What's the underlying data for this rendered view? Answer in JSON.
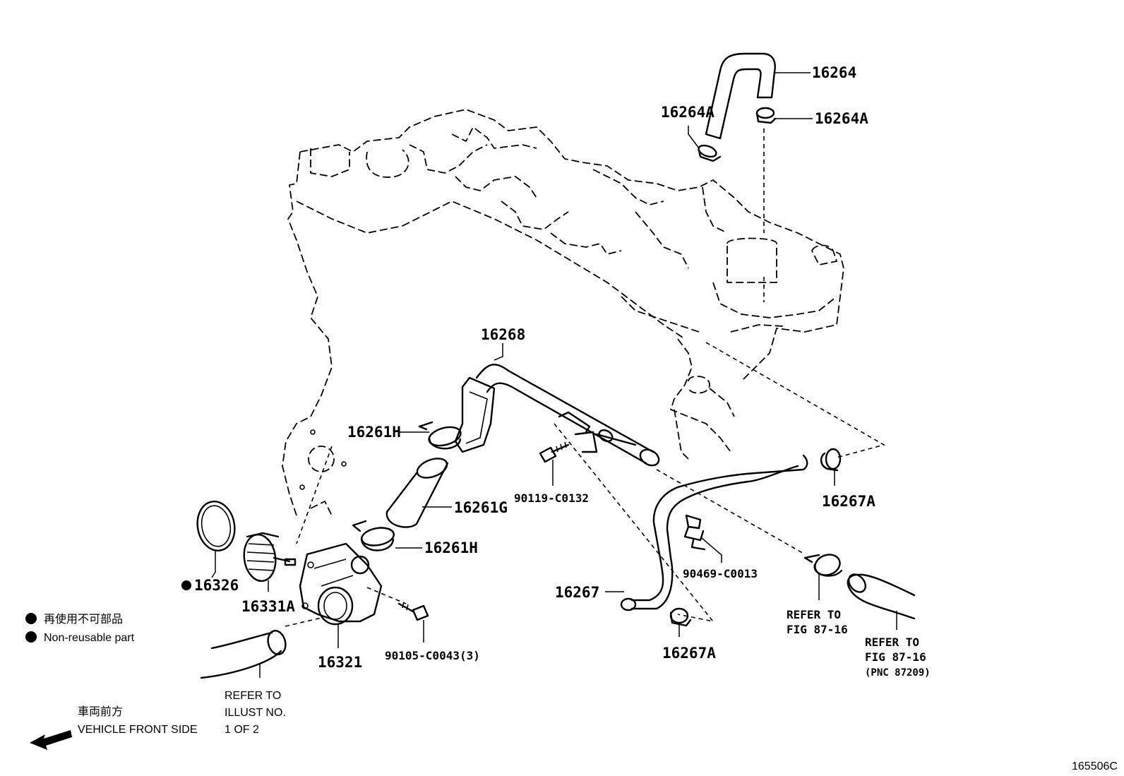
{
  "parts": {
    "p16264": "16264",
    "p16264A_left": "16264A",
    "p16264A_right": "16264A",
    "p16268": "16268",
    "p16261H_top": "16261H",
    "p16261G": "16261G",
    "p16261H_bottom": "16261H",
    "p90119": "90119-C0132",
    "p16267A_right": "16267A",
    "p90469": "90469-C0013",
    "p16267": "16267",
    "p16267A_bottom": "16267A",
    "p16326": "16326",
    "p16331A": "16331A",
    "p16321": "16321",
    "p90105": "90105-C0043(3)"
  },
  "refs": {
    "fig1_line1": "REFER TO",
    "fig1_line2": "FIG 87-16",
    "fig2_line1": "REFER TO",
    "fig2_line2": "FIG 87-16",
    "fig2_line3": "(PNC 87209)",
    "illust_line1": "REFER TO",
    "illust_line2": "ILLUST NO.",
    "illust_line3": "1 OF 2"
  },
  "legend": {
    "jp": "再使用不可部品",
    "en": "Non-reusable part"
  },
  "direction": {
    "jp": "車両前方",
    "en": "VEHICLE FRONT SIDE"
  },
  "figure_id": "165506C"
}
